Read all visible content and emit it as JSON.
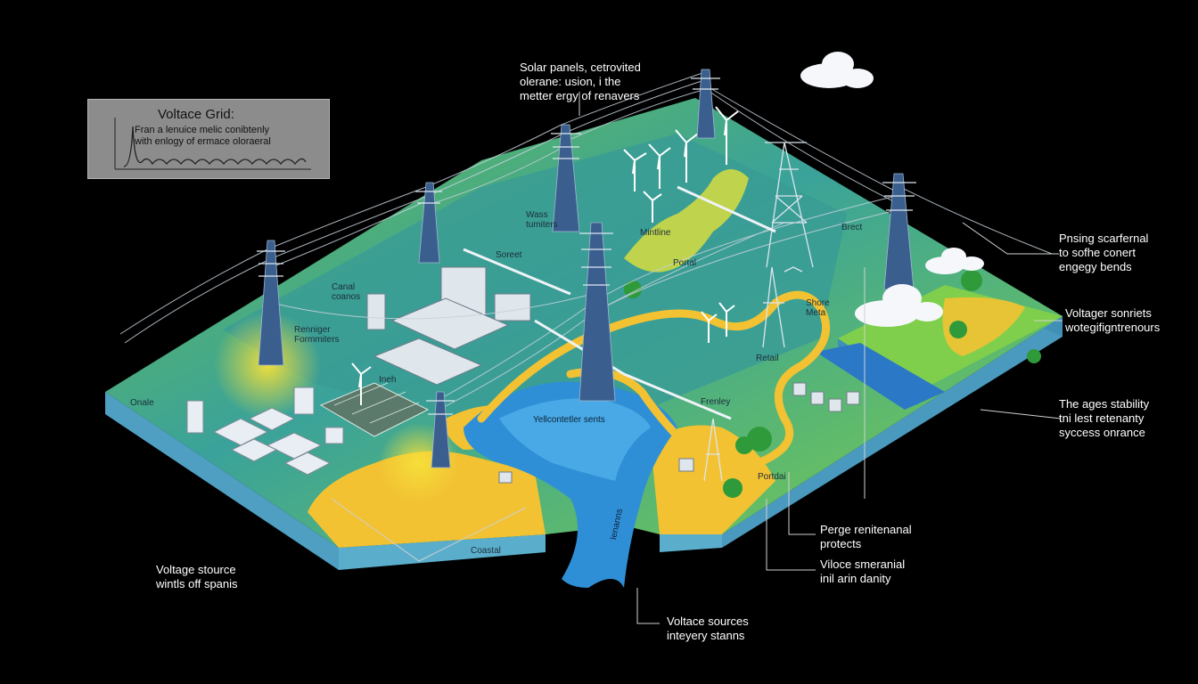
{
  "colors": {
    "background": "#000000",
    "land_green": "#7cc84a",
    "land_teal": "#3a9a92",
    "water_blue": "#2f8fd6",
    "sand_yellow": "#f2c233",
    "tower_blue": "#3a5f8f",
    "edge_blue": "#5fa8c8"
  },
  "legend": {
    "title": "Voltace Grid:",
    "lines": [
      "Fran a lenuice melic conibtenly",
      "with enlogy of ermace oloraeral"
    ]
  },
  "callouts": {
    "top": [
      "Solar panels, cetrovited",
      "olerane: usion, i the",
      "metter ergy of renavers"
    ],
    "right_top": [
      "Pnsing scarfernal",
      "to sofhe conert",
      "engegy bends"
    ],
    "right_mid": [
      "Voltager sonriets",
      "wotegifigntrenours"
    ],
    "right_low": [
      "The ages stability",
      "tni lest retenanty",
      "syccess onrance"
    ],
    "bottom_right_a": [
      "Perge renitenanal",
      "protects"
    ],
    "bottom_right_b": [
      "Viloce smeranial",
      "inil arin danity"
    ],
    "bottom_center": [
      "Voltace sources",
      "inteyery stanns"
    ],
    "bottom_left": [
      "Voltage stource",
      "wintls off spanis"
    ]
  },
  "map_labels": {
    "onale": "Onale",
    "renniger": [
      "Renniger",
      "Formmiters"
    ],
    "canal": [
      "Canal",
      "coanos"
    ],
    "soreet": "Soreet",
    "wass": [
      "Wass",
      "tumiters"
    ],
    "mintline": "Mintline",
    "portal": "Portal",
    "ineh": "Ineh",
    "yellowcontetler": "Yellcontetler sents",
    "frenley": "Frenley",
    "retail": "Retail",
    "shore": [
      "Shore",
      "Meta"
    ],
    "brect": "Brect",
    "portdai": "Portdai",
    "coastal": "Coastal",
    "stream": "Ienanns"
  }
}
